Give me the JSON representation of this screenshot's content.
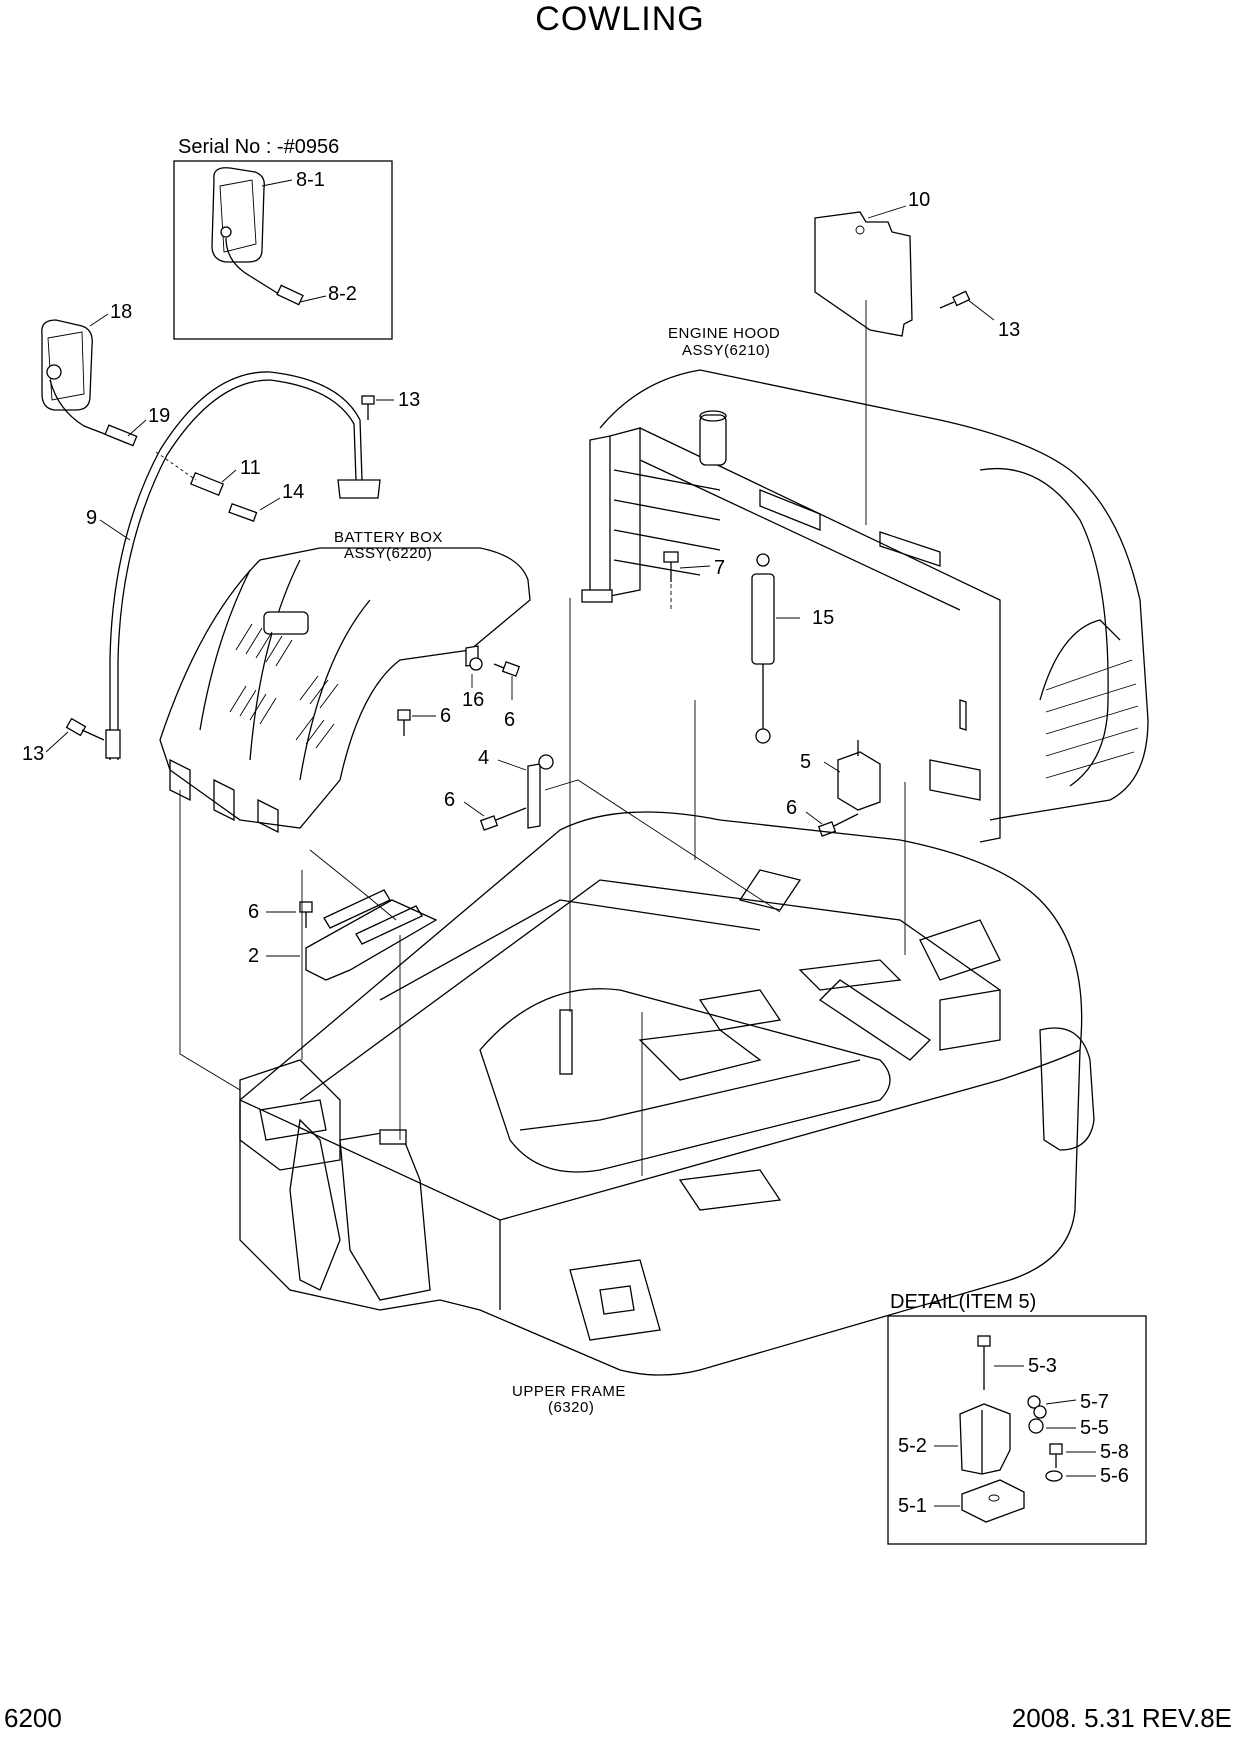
{
  "title": "COWLING",
  "page_number": "6200",
  "revision": "2008. 5.31  REV.8E",
  "serial_box": {
    "caption": "Serial No : -#0956",
    "callouts": [
      "8-1",
      "8-2"
    ]
  },
  "assemblies": {
    "engine_hood": [
      "ENGINE HOOD",
      "ASSY(6210)"
    ],
    "battery_box": [
      "BATTERY BOX",
      "ASSY(6220)"
    ],
    "upper_frame": [
      "UPPER FRAME",
      "(6320)"
    ]
  },
  "callouts": {
    "c18": "18",
    "c19": "19",
    "c11": "11",
    "c14": "14",
    "c9": "9",
    "c13a": "13",
    "c13b": "13",
    "c13c": "13",
    "c10": "10",
    "c7": "7",
    "c15": "15",
    "c16": "16",
    "c6a": "6",
    "c6b": "6",
    "c6c": "6",
    "c6d": "6",
    "c6e": "6",
    "c4": "4",
    "c5": "5",
    "c2": "2"
  },
  "detail_box": {
    "caption": "DETAIL(ITEM 5)",
    "callouts": [
      "5-3",
      "5-7",
      "5-5",
      "5-2",
      "5-8",
      "5-6",
      "5-1"
    ]
  }
}
